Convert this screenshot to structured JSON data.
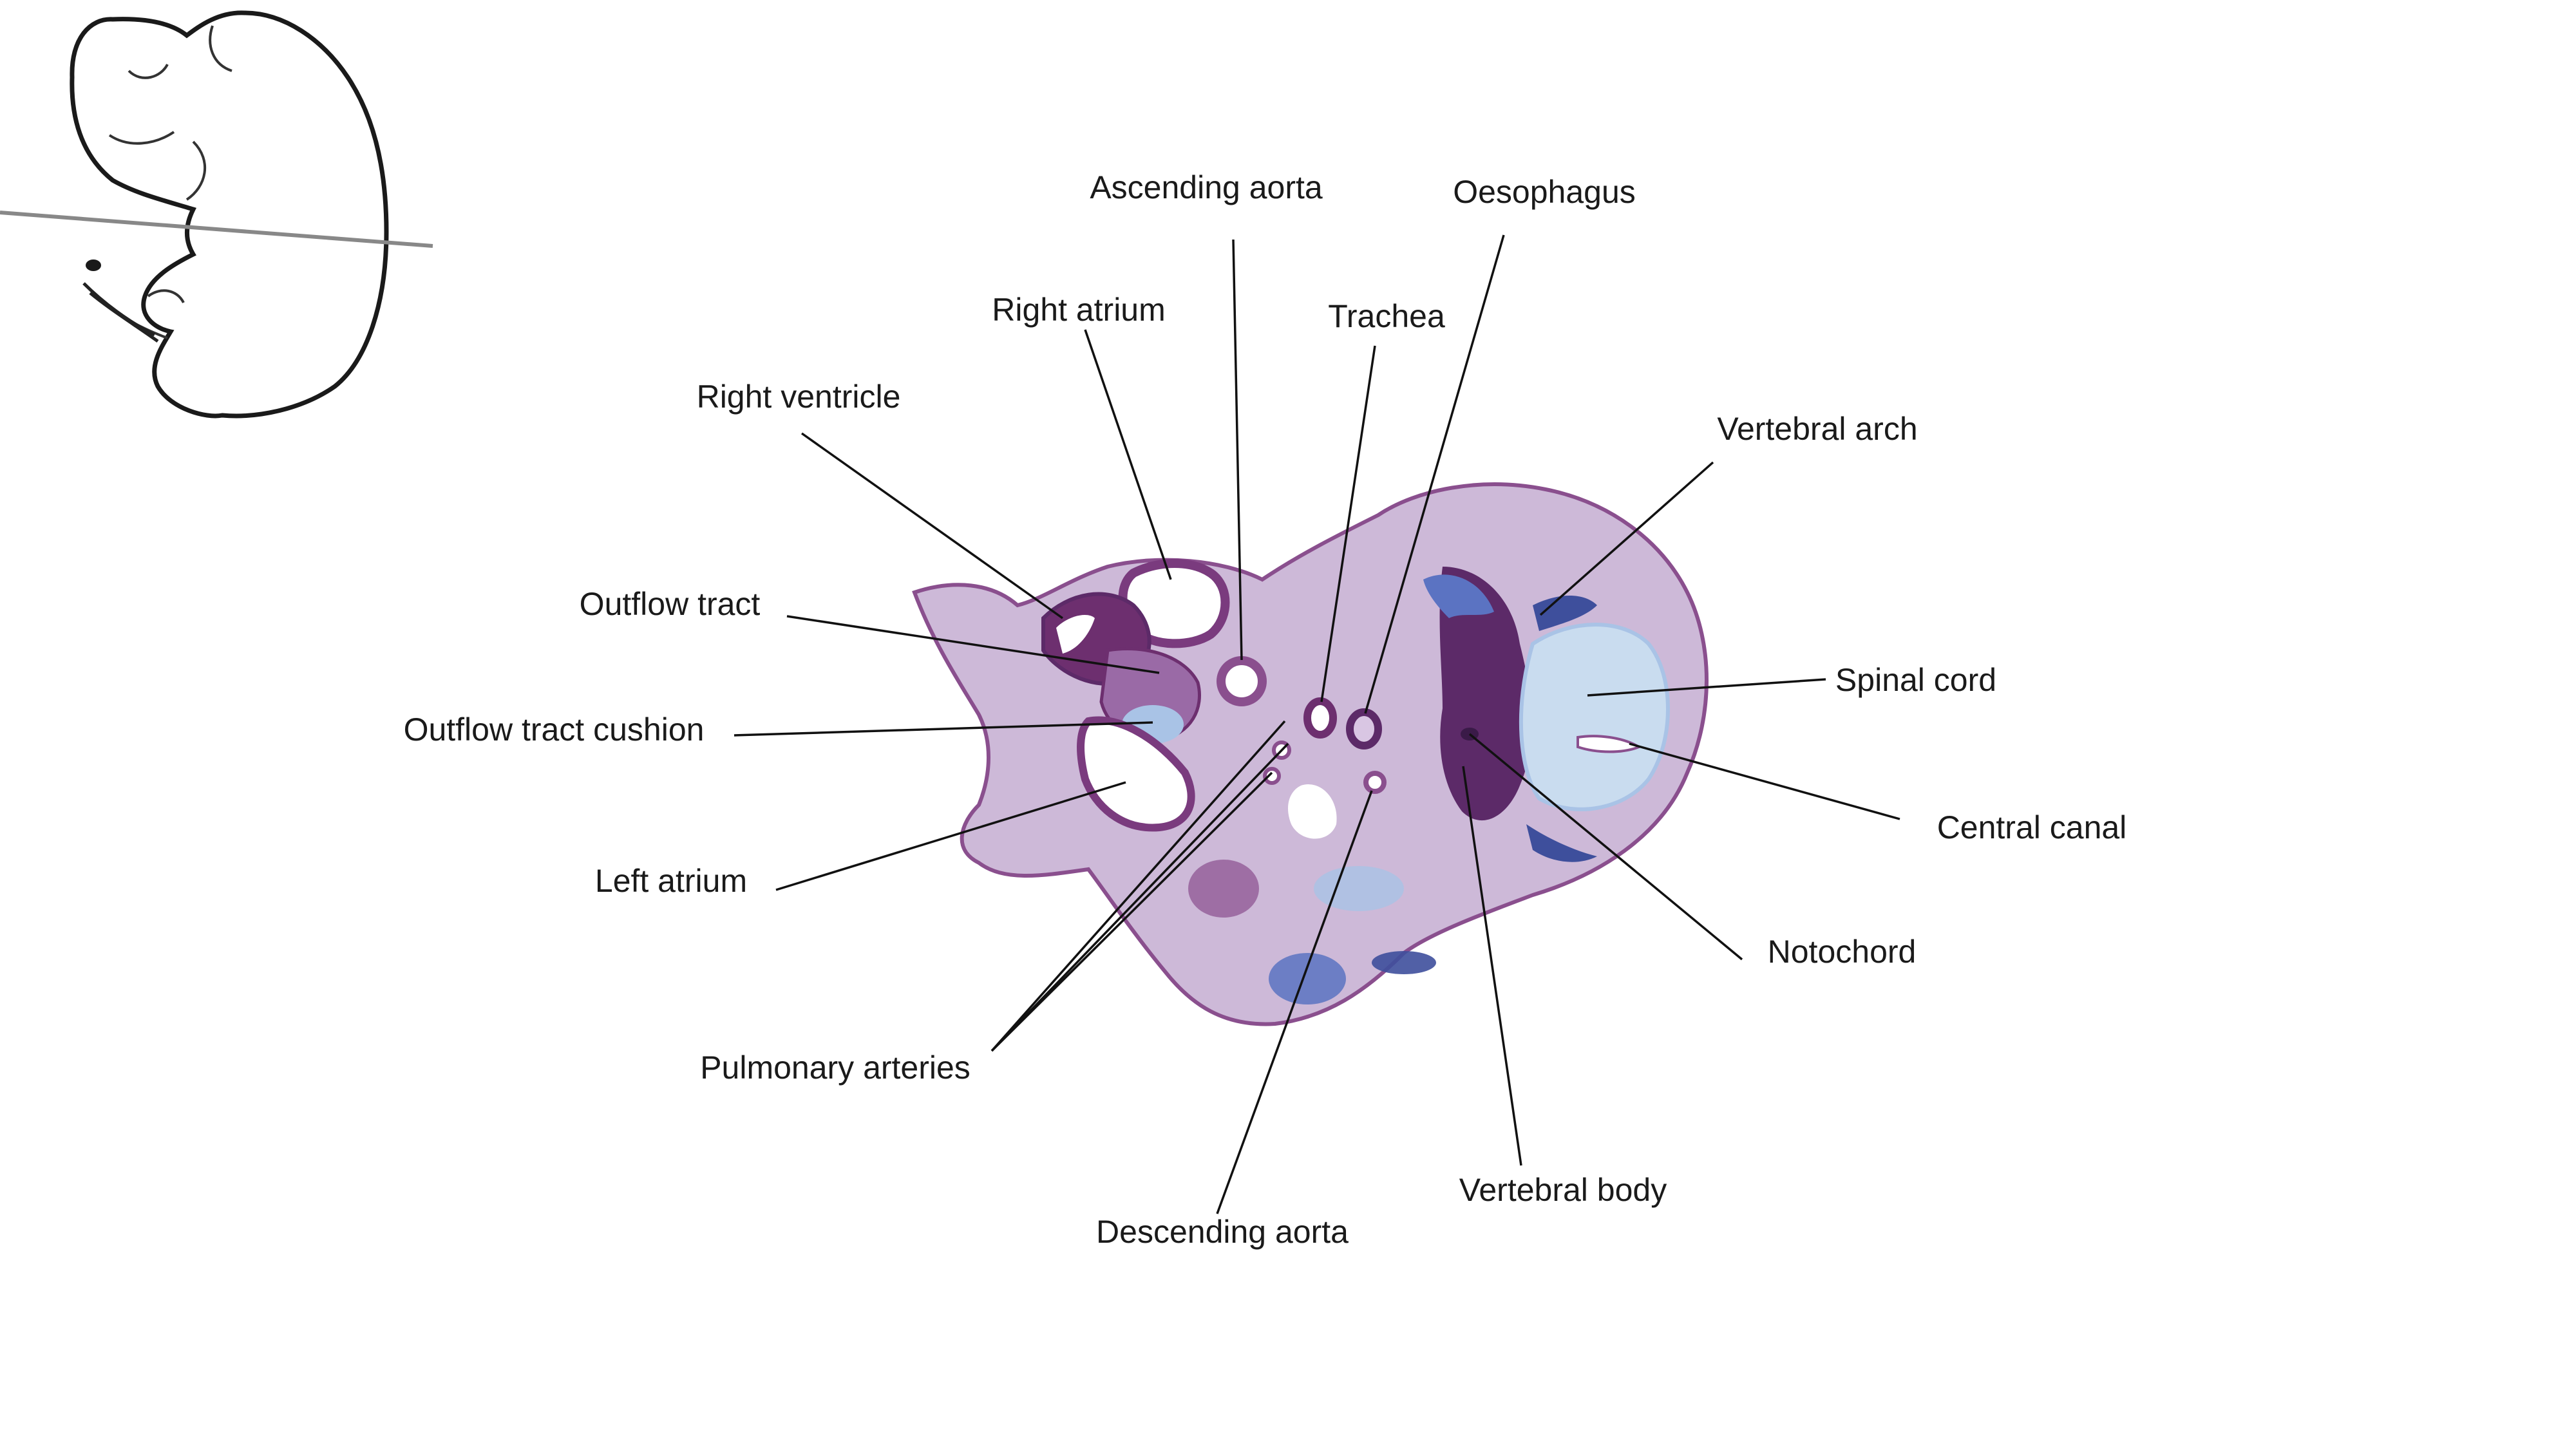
{
  "diagram": {
    "colors": {
      "background": "#ffffff",
      "label_text": "#1a1a1a",
      "leader_line": "#111111",
      "tissue_base": "#cdb9d8",
      "tissue_purple": "#8a4f8e",
      "tissue_dark": "#5c2a68",
      "cartilage_blue": "#5b73c2",
      "cartilage_light": "#a9c3e6",
      "plane_line": "#888888",
      "outline": "#1a1a1a"
    },
    "inset": {
      "subject": "embryo-outline",
      "section_plane": "transverse-section-line"
    },
    "labels": {
      "ascending_aorta": "Ascending aorta",
      "oesophagus": "Oesophagus",
      "right_atrium": "Right atrium",
      "trachea": "Trachea",
      "right_ventricle": "Right ventricle",
      "vertebral_arch": "Vertebral arch",
      "outflow_tract": "Outflow tract",
      "spinal_cord": "Spinal cord",
      "outflow_tract_cushion": "Outflow tract cushion",
      "central_canal": "Central canal",
      "left_atrium": "Left atrium",
      "notochord": "Notochord",
      "pulmonary_arteries": "Pulmonary arteries",
      "vertebral_body": "Vertebral body",
      "descending_aorta": "Descending aorta"
    }
  }
}
